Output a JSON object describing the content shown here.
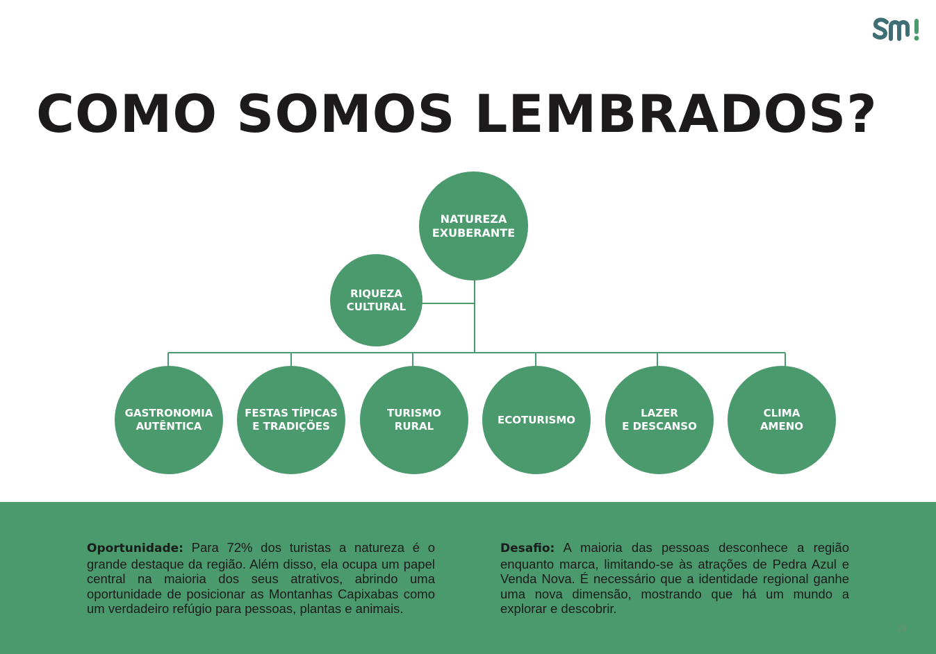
{
  "title": "COMO SOMOS LEMBRADOS?",
  "brand": {
    "color": "#4a9a6e",
    "logo_color": "#3f6e74",
    "logo_icon": "sm-logo-icon"
  },
  "diagram": {
    "root": "NATUREZA\nEXUBERANTE",
    "side": "RIQUEZA\nCULTURAL",
    "children": [
      "GASTRONOMIA\nAUTÊNTICA",
      "FESTAS TÍPICAS\nE TRADIÇÕES",
      "TURISMO\nRURAL",
      "ECOTURISMO",
      "LAZER\nE DESCANSO",
      "CLIMA\nAMENO"
    ]
  },
  "footer": {
    "opportunity_label": "Oportunidade:",
    "opportunity_text": " Para 72% dos turistas a natureza é o grande destaque da região. Além disso, ela ocupa um papel central na maioria dos seus atrativos, abrindo uma oportunidade de posicionar as Montanhas Capixabas como um verdadeiro refúgio para pessoas, plantas e animais.",
    "challenge_label": "Desafio:",
    "challenge_text": "  A maioria das pessoas desconhece a região enquanto marca, limitando-se às atrações de Pedra Azul e Venda Nova. É necessário que a identidade regional ganhe uma nova dimensão, mostrando que há um mundo a explorar e descobrir.",
    "page_number": "13"
  }
}
